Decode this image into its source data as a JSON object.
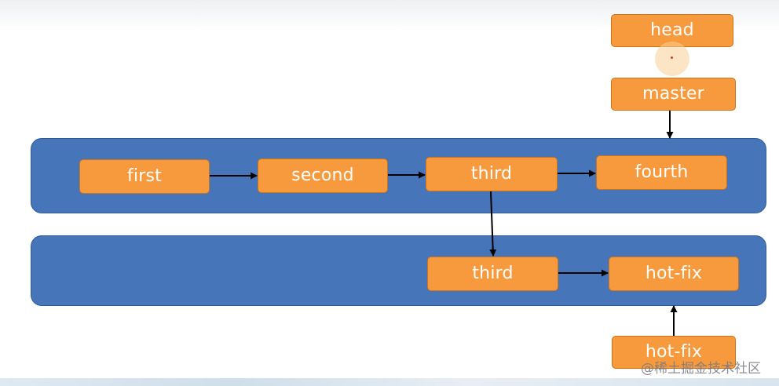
{
  "diagram": {
    "top_lane": {
      "nodes": [
        {
          "id": "first",
          "label": "first"
        },
        {
          "id": "second",
          "label": "second"
        },
        {
          "id": "third",
          "label": "third"
        },
        {
          "id": "fourth",
          "label": "fourth"
        }
      ]
    },
    "bottom_lane": {
      "nodes": [
        {
          "id": "third-branch",
          "label": "third"
        },
        {
          "id": "hot-fix",
          "label": "hot-fix"
        }
      ]
    },
    "pointers": {
      "head": "head",
      "master": "master",
      "hot_fix": "hot-fix"
    },
    "watermark": "@稀土掘金技术社区",
    "colors": {
      "lane": "#4676b9",
      "node": "#f79a3d",
      "node_text": "#ffffff",
      "arrow": "#000000"
    }
  }
}
